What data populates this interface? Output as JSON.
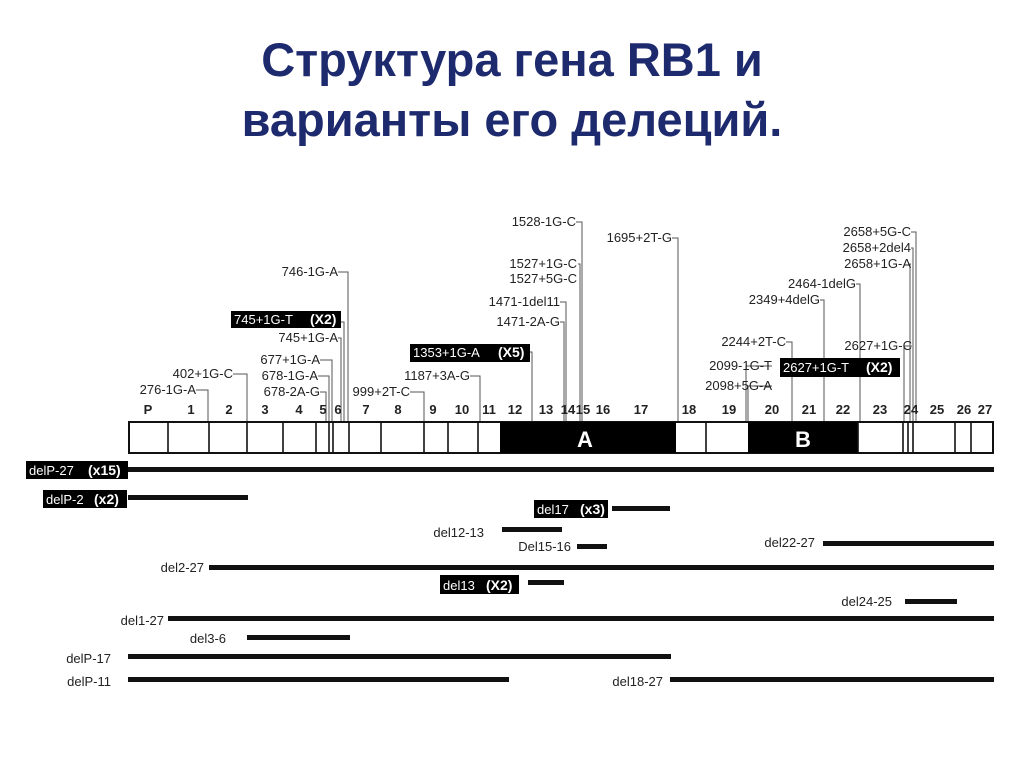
{
  "title": {
    "line1": "Структура гена RB1 и",
    "line2": "варианты его делеций."
  },
  "exon_labels": [
    "P",
    "1",
    "2",
    "3",
    "4",
    "5",
    "6",
    "7",
    "8",
    "9",
    "10",
    "11",
    "12",
    "13",
    "14",
    "15",
    "16",
    "17",
    "18",
    "19",
    "20",
    "21",
    "22",
    "23",
    "24",
    "25",
    "26",
    "27"
  ],
  "domains": {
    "a": "A",
    "b": "B"
  },
  "mutations": [
    "1528-1G-C",
    "1695+2T-G",
    "1527+1G-C",
    "1527+5G-C",
    "1471-1del11",
    "1471-2A-G",
    "746-1G-A",
    "745+1G-T",
    "(X2)",
    "745+1G-A",
    "1353+1G-A",
    "(X5)",
    "677+1G-A",
    "678-1G-A",
    "678-2A-G",
    "402+1G-C",
    "276-1G-A",
    "999+2T-C",
    "1187+3A-G",
    "2658+5G-C",
    "2658+2del4",
    "2658+1G-A",
    "2464-1delG",
    "2349+4delG",
    "2244+2T-C",
    "2627+1G-C",
    "2627+1G-T",
    "(X2)",
    "2099-1G-T",
    "2098+5G-A"
  ],
  "deletions": [
    {
      "name": "delP-27",
      "count": "(x15)"
    },
    {
      "name": "delP-2",
      "count": "(x2)"
    },
    {
      "name": "del17",
      "count": "(x3)"
    },
    {
      "name": "del12-13",
      "count": ""
    },
    {
      "name": "Del15-16",
      "count": ""
    },
    {
      "name": "del22-27",
      "count": ""
    },
    {
      "name": "del2-27",
      "count": ""
    },
    {
      "name": "del13",
      "count": "(X2)"
    },
    {
      "name": "del24-25",
      "count": ""
    },
    {
      "name": "del1-27",
      "count": ""
    },
    {
      "name": "del3-6",
      "count": ""
    },
    {
      "name": "delP-17",
      "count": ""
    },
    {
      "name": "delP-11",
      "count": ""
    },
    {
      "name": "del18-27",
      "count": ""
    }
  ]
}
